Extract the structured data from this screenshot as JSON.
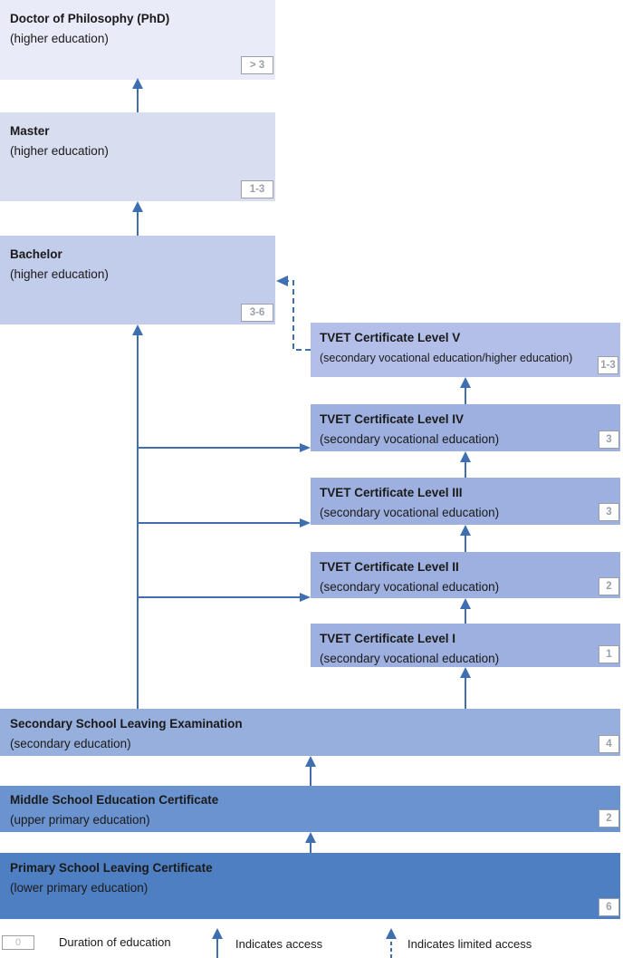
{
  "levels": {
    "phd": {
      "title": "Doctor of Philosophy (PhD)",
      "subtitle": "(higher education)",
      "duration": "> 3"
    },
    "master": {
      "title": "Master",
      "subtitle": "(higher education)",
      "duration": "1-3"
    },
    "bachelor": {
      "title": "Bachelor",
      "subtitle": "(higher education)",
      "duration": "3-6"
    },
    "tvet5": {
      "title": "TVET Certificate Level V",
      "subtitle": "(secondary vocational education/higher education)",
      "duration": "1-3"
    },
    "tvet4": {
      "title": "TVET Certificate Level IV",
      "subtitle": "(secondary vocational education)",
      "duration": "3"
    },
    "tvet3": {
      "title": "TVET Certificate Level III",
      "subtitle": "(secondary vocational education)",
      "duration": "3"
    },
    "tvet2": {
      "title": "TVET Certificate Level II",
      "subtitle": "(secondary vocational education)",
      "duration": "2"
    },
    "tvet1": {
      "title": "TVET Certificate Level I",
      "subtitle": "(secondary vocational education)",
      "duration": "1"
    },
    "secondary": {
      "title": "Secondary School Leaving Examination",
      "subtitle": "(secondary education)",
      "duration": "4"
    },
    "middle": {
      "title": "Middle School Education Certificate",
      "subtitle": "(upper primary education)",
      "duration": "2"
    },
    "primary": {
      "title": "Primary School Leaving Certificate",
      "subtitle": "(lower primary education)",
      "duration": "6"
    }
  },
  "colors": {
    "phd": "#e9ebf8",
    "master": "#d8ddf0",
    "bachelor": "#c2cceb",
    "tvet5": "#b3bfe8",
    "tvet": "#9eb0df",
    "secondary": "#97afdc",
    "middle": "#6a93cf",
    "primary": "#4f7fc3",
    "arrow": "#3f6fb0"
  },
  "legend": {
    "duration_sample": "0",
    "duration_label": "Duration of education",
    "access_label": "Indicates access",
    "limited_label": "Indicates limited access"
  }
}
